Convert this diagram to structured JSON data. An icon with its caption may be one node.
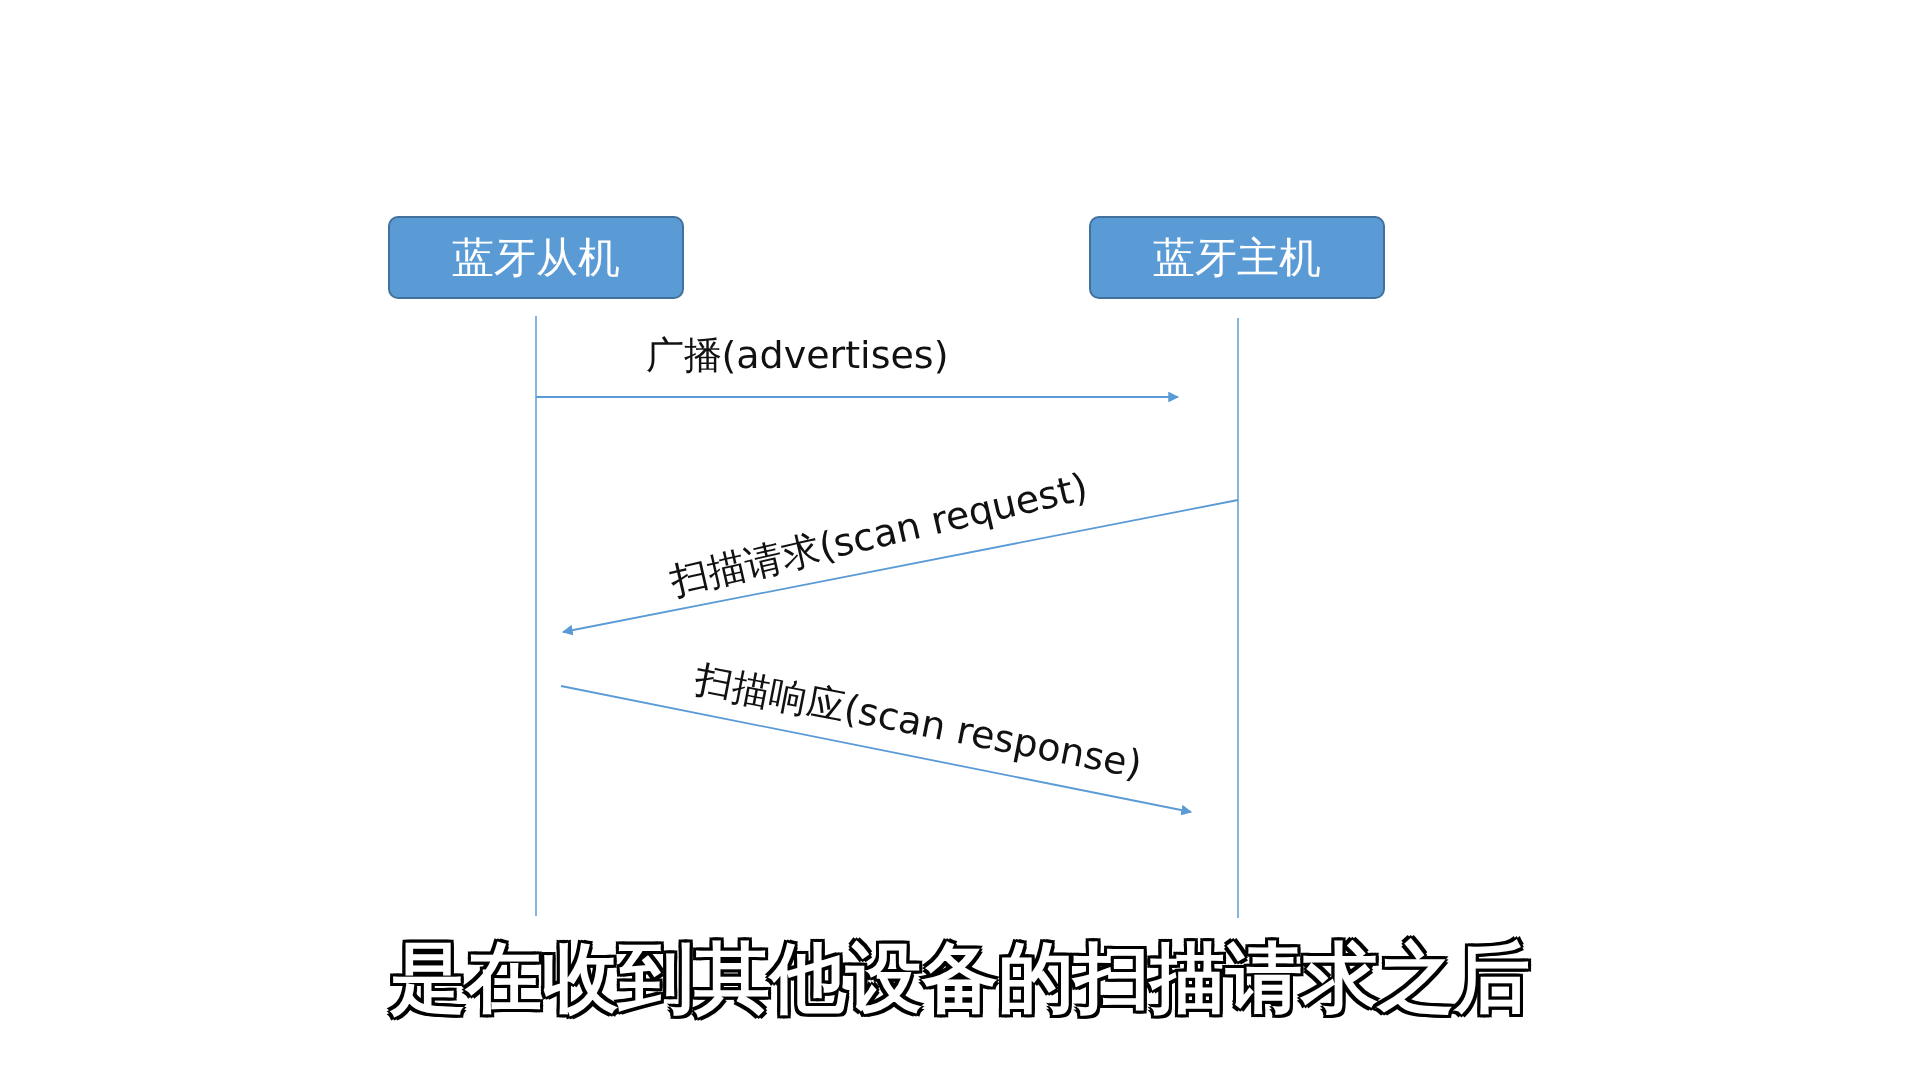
{
  "diagram": {
    "caption": "是在收到其他设备的扫描请求之后",
    "nodes": [
      {
        "text": [
          "蓝牙从机"
        ]
      },
      {
        "text": [
          "蓝牙主机"
        ]
      }
    ],
    "edges": [
      {
        "from": 0,
        "to": 1,
        "arrow": "to",
        "label": "广播(advertises)"
      },
      {
        "from": 1,
        "to": 0,
        "arrow": "to",
        "label": "扫描请求(scan request)"
      },
      {
        "from": 0,
        "to": 1,
        "arrow": "to",
        "label": "扫描响应(scan response)"
      }
    ]
  }
}
